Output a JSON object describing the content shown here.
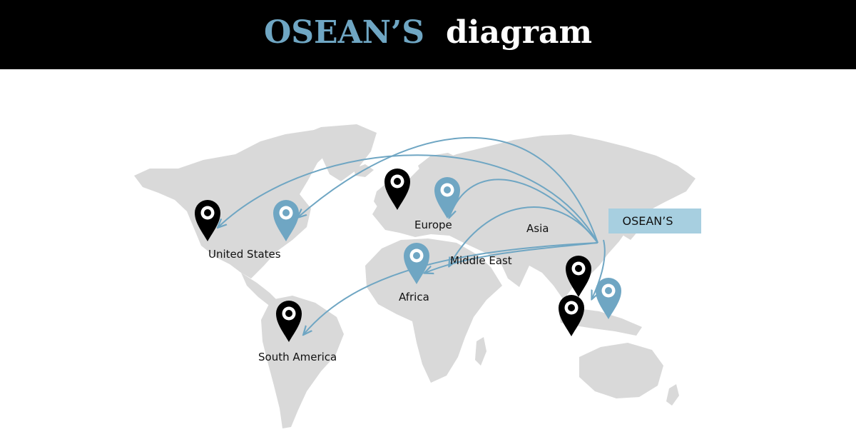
{
  "title": {
    "brand": "OSEAN’S",
    "word": "diagram"
  },
  "hub": {
    "label": "OSEAN’S"
  },
  "regions": {
    "united_states": "United States",
    "europe": "Europe",
    "asia": "Asia",
    "middle_east": "Middle East",
    "africa": "Africa",
    "south_america": "South America"
  },
  "colors": {
    "header_bg": "#000000",
    "brand": "#6fa6c3",
    "header_text": "#ffffff",
    "land": "#d9d9d9",
    "route": "#6fa6c3",
    "pin_black": "#000000",
    "pin_blue": "#6fa6c3",
    "hub_box": "#a7cfe0"
  },
  "routes": [
    {
      "from": "OSEAN’S",
      "to": "United States (west)"
    },
    {
      "from": "OSEAN’S",
      "to": "United States (east)"
    },
    {
      "from": "OSEAN’S",
      "to": "Europe"
    },
    {
      "from": "OSEAN’S",
      "to": "Middle East"
    },
    {
      "from": "OSEAN’S",
      "to": "Africa"
    },
    {
      "from": "OSEAN’S",
      "to": "South America"
    },
    {
      "from": "OSEAN’S",
      "to": "Southeast Asia"
    }
  ]
}
